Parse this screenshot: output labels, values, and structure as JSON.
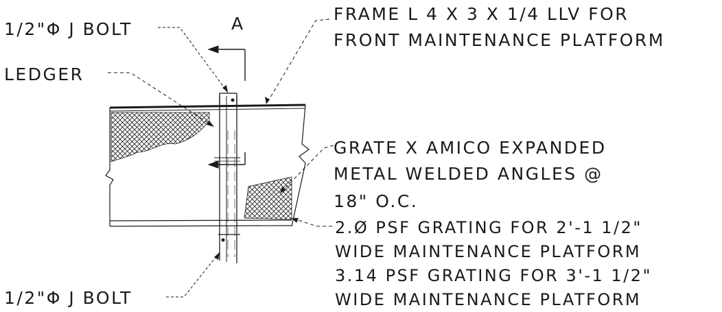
{
  "labels": {
    "j_bolt_top": "1/2\"Φ J BOLT",
    "section_marker": "A",
    "frame_line1": "FRAME  L 4 X 3 X 1/4 LLV FOR",
    "frame_line2": "FRONT MAINTENANCE PLATFORM",
    "ledger": "LEDGER",
    "grate_line1": "GRATE X AMICO EXPANDED",
    "grate_line2": "METAL WELDED ANGLES @",
    "grate_line3": "18\" O.C.",
    "grating_line1": "2.Ø PSF GRATING FOR 2'-1 1/2\"",
    "grating_line2": "WIDE MAINTENANCE PLATFORM",
    "grating_line3": "3.14 PSF GRATING FOR 3'-1 1/2\"",
    "grating_line4": "WIDE MAINTENANCE PLATFORM",
    "j_bolt_bottom": "1/2\"Φ J BOLT"
  },
  "colors": {
    "ink": "#1a1a1a",
    "paper": "#ffffff"
  }
}
